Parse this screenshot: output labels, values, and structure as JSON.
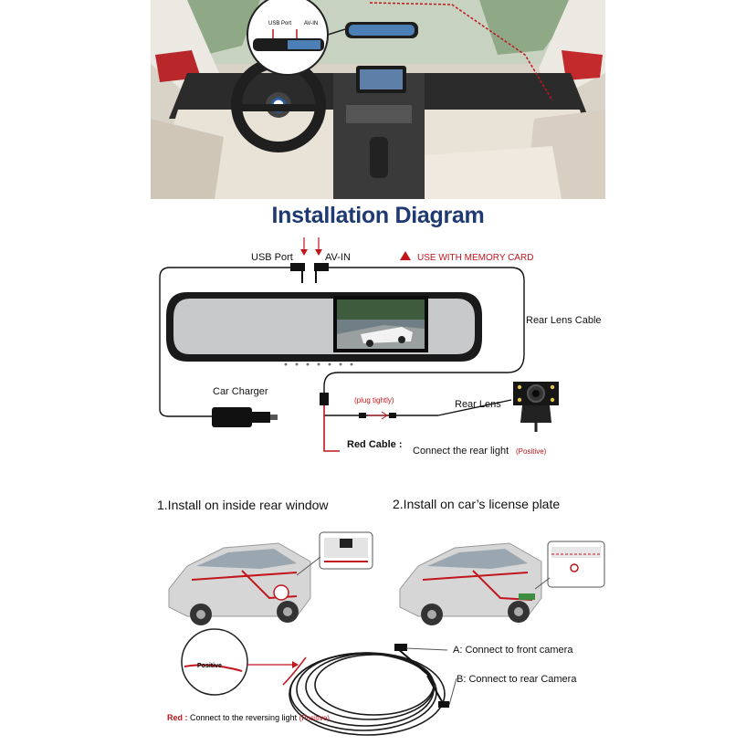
{
  "photo": {
    "inset_usb": "USB Port",
    "inset_av": "AV-IN"
  },
  "title": "Installation Diagram",
  "diagram": {
    "usb_port": "USB Port",
    "av_in": "AV-IN",
    "warning": "USE WITH MEMORY CARD",
    "rear_lens_cable": "Rear Lens Cable",
    "car_charger": "Car Charger",
    "plug_tightly": "(plug tightly)",
    "rear_lens": "Rear Lens",
    "red_cable": "Red Cable :",
    "connect_rear_light": "Connect the rear light",
    "positive": "(Positive)"
  },
  "install": {
    "option1": "1.Install on inside rear window",
    "option2": "2.Install on car’s license plate"
  },
  "cable": {
    "positive_tag": "Positive",
    "a_label": "A:  Connect to front camera",
    "b_label": "B:  Connect to rear Camera",
    "red_prefix": "Red :",
    "red_text": "Connect to the reversing light",
    "red_positive": "(Positive)"
  },
  "colors": {
    "title": "#1f3a73",
    "accent_red": "#c0161c"
  }
}
